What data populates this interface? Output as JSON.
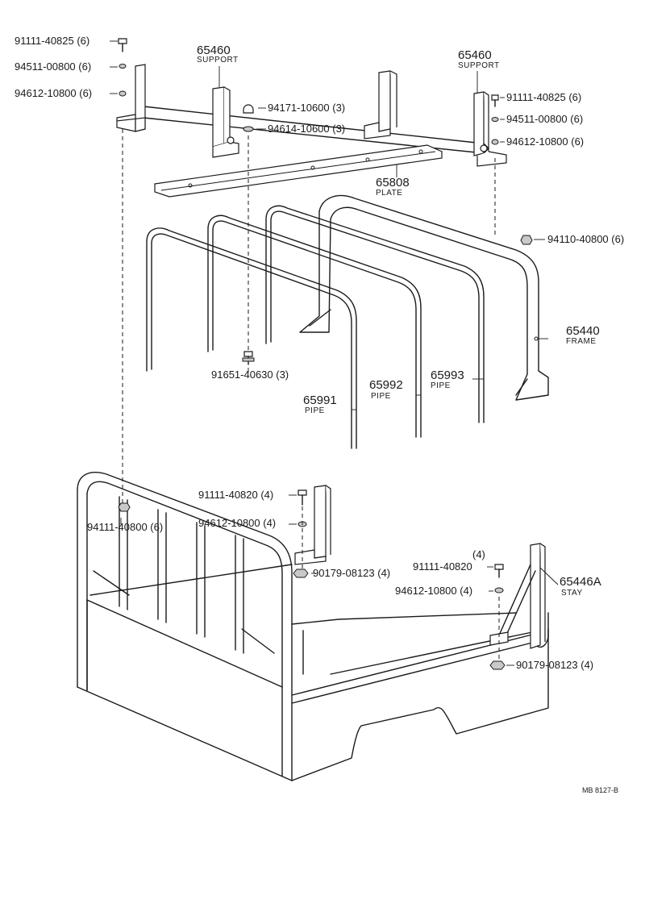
{
  "labels": {
    "p_91111_40825_l": "91111-40825 (6)",
    "p_94511_00800_l": "94511-00800 (6)",
    "p_94612_10800_l": "94612-10800 (6)",
    "p_65460_l": "65460",
    "p_65460_l_sub": "SUPPORT",
    "p_94171_10600": "94171-10600 (3)",
    "p_94614_10600": "94614-10600 (3)",
    "p_65460_r": "65460",
    "p_65460_r_sub": "SUPPORT",
    "p_91111_40825_r": "91111-40825 (6)",
    "p_94511_00800_r": "94511-00800 (6)",
    "p_94612_10800_r": "94612-10800 (6)",
    "p_65808": "65808",
    "p_65808_sub": "PLATE",
    "p_94110_40800": "94110-40800 (6)",
    "p_65440": "65440",
    "p_65440_sub": "FRAME",
    "p_91651_40630": "91651-40630 (3)",
    "p_65993": "65993",
    "p_65993_sub": "PIPE",
    "p_65992": "65992",
    "p_65992_sub": "PIPE",
    "p_65991": "65991",
    "p_65991_sub": "PIPE",
    "p_91111_40820_a": "91111-40820 (4)",
    "p_94111_40800": "94111-40800 (6)",
    "p_94612_10800_a": "94612-10800 (4)",
    "p_90179_08123_a": "90179-08123 (4)",
    "p_qty4": "(4)",
    "p_91111_40820_b": "91111-40820",
    "p_65446A": "65446A",
    "p_65446A_sub": "STAY",
    "p_94612_10800_b": "94612-10800 (4)",
    "p_90179_08123_b": "90179-08123 (4)",
    "ref_code": "MB  8127-B"
  }
}
